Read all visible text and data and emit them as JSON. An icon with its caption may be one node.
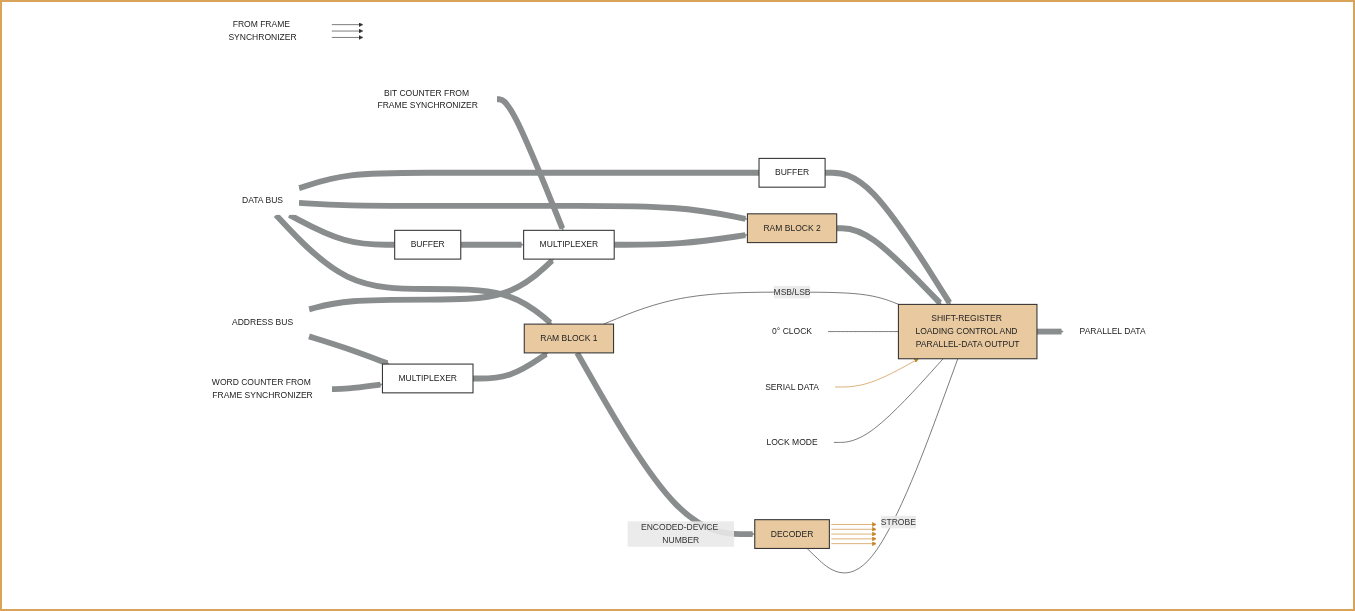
{
  "diagram": {
    "nodes": [
      {
        "text": [
          "ADDRESS BUS"
        ]
      },
      {
        "text": [
          "WORD COUNTER FROM FRAME SYNCHRONIZER"
        ]
      },
      {
        "text": [
          "MULTIPLEXER"
        ]
      },
      {
        "text": [
          "RAM BLOCK 1"
        ]
      },
      {
        "text": [
          "DATA BUS"
        ]
      },
      {
        "text": [
          "BUFFER"
        ]
      },
      {
        "text": [
          "DECODER"
        ]
      },
      {
        "text": [
          "MULTIPLEXER"
        ]
      },
      {
        "text": [
          "RAM BLOCK 2"
        ]
      },
      {
        "text": [
          "BUFFER"
        ]
      },
      {
        "text": [
          "BIT COUNTER FROM FRAME SYNCHRONIZER"
        ]
      },
      {
        "text": [
          "SHIFT-REGISTER LOADING CONTROL AND PARALLEL-DATA OUTPUT"
        ]
      },
      {
        "text": [
          "PARALLEL DATA"
        ]
      },
      {
        "text": [
          "0° CLOCK"
        ]
      },
      {
        "text": [
          "SERIAL DATA"
        ]
      },
      {
        "text": [
          "LOCK MODE"
        ]
      },
      {
        "text": [
          "FROM FRAME SYNCHRONIZER"
        ]
      }
    ],
    "edges": [
      {
        "from": 0,
        "to": 2,
        "arrow": "to"
      },
      {
        "from": 1,
        "to": 2,
        "arrow": "to"
      },
      {
        "from": 2,
        "to": 3,
        "arrow": "to"
      },
      {
        "from": 4,
        "to": 3,
        "arrow": "to"
      },
      {
        "from": 4,
        "to": 5,
        "arrow": "none"
      },
      {
        "from": 3,
        "to": 6,
        "label": "ENCODED-DEVICE NUMBER",
        "arrow": "to"
      },
      {
        "from": 0,
        "to": 7,
        "arrow": "to"
      },
      {
        "from": 5,
        "to": 7,
        "arrow": "to"
      },
      {
        "from": 10,
        "to": 7,
        "arrow": "to"
      },
      {
        "from": 7,
        "to": 8,
        "arrow": "to"
      },
      {
        "from": 4,
        "to": 8,
        "arrow": "to"
      },
      {
        "from": 4,
        "to": 9,
        "arrow": "none"
      },
      {
        "from": 9,
        "to": 11,
        "arrow": "to"
      },
      {
        "from": 8,
        "to": 11,
        "arrow": "to"
      },
      {
        "from": 3,
        "to": 11,
        "label": "MSB/LSB",
        "arrow": "none",
        "color": "#333333"
      },
      {
        "from": 6,
        "to": 11,
        "label": "STROBE",
        "arrow": "none",
        "color": "#333333"
      },
      {
        "from": 11,
        "to": 12,
        "arrow": "to"
      },
      {
        "from": 13,
        "to": 11,
        "arrow": "none",
        "color": "#333333"
      },
      {
        "from": 14,
        "to": 11,
        "arrow": "to",
        "color": "#c8862a"
      },
      {
        "from": 15,
        "to": 11,
        "arrow": "none",
        "color": "#333333"
      },
      {
        "from": 16,
        "to": null,
        "arrow": "to",
        "color": "#333333"
      },
      {
        "from": 16,
        "to": null,
        "arrow": "to",
        "color": "#333333"
      },
      {
        "from": 16,
        "to": null,
        "arrow": "to",
        "color": "#333333"
      },
      {
        "from": 6,
        "to": null,
        "arrow": "to",
        "color": "#c8862a"
      },
      {
        "from": 6,
        "to": null,
        "arrow": "to",
        "color": "#c8862a"
      },
      {
        "from": 6,
        "to": null,
        "arrow": "to",
        "color": "#c8862a"
      },
      {
        "from": 6,
        "to": null,
        "arrow": "to",
        "color": "#c8862a"
      },
      {
        "from": 6,
        "to": null,
        "arrow": "to",
        "color": "#c8862a"
      }
    ]
  }
}
